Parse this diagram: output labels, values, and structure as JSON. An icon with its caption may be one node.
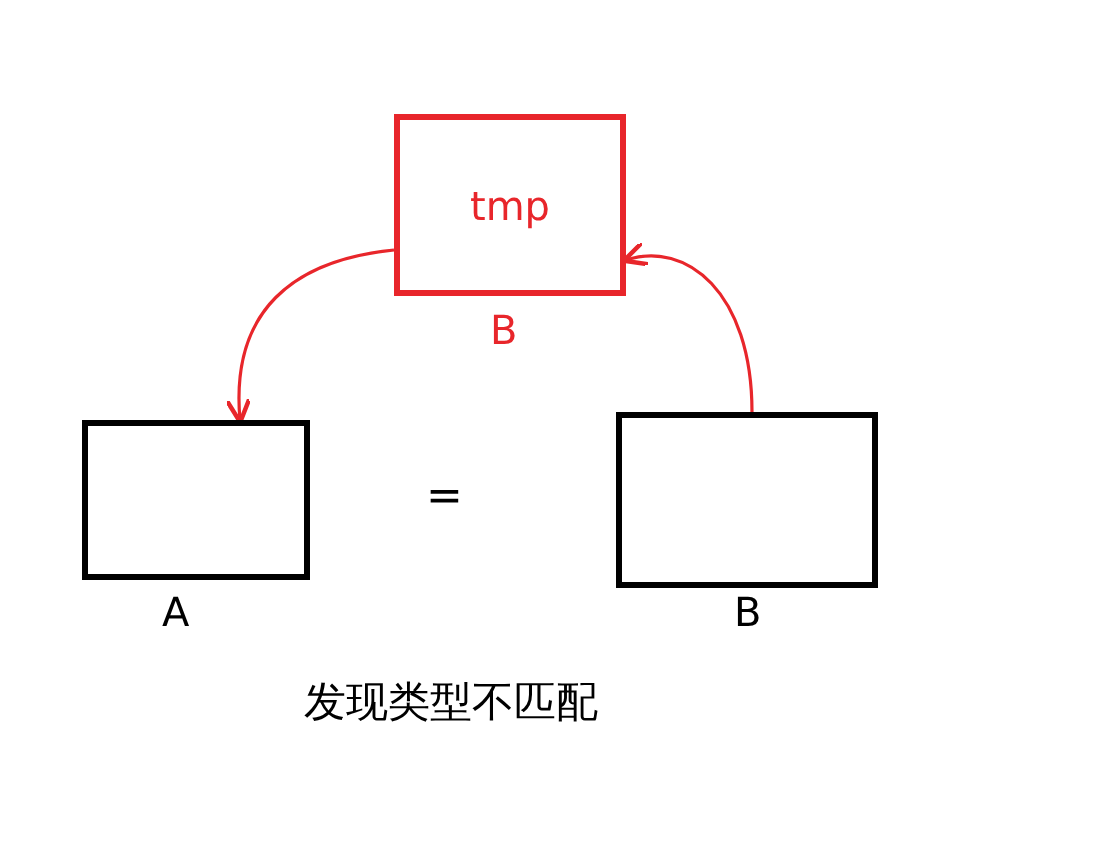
{
  "diagram": {
    "nodes": [
      {
        "text": [
          "tmp"
        ],
        "beside": [
          "B"
        ]
      },
      {
        "text": [],
        "shape": "box",
        "beside": [
          "A"
        ]
      },
      {
        "text": [],
        "shape": "box",
        "beside": [
          "B"
        ]
      }
    ],
    "edges": [
      {
        "from": 0,
        "to": 1,
        "arrow": "to"
      },
      {
        "from": 2,
        "to": 0,
        "arrow": "to"
      }
    ],
    "labels": [
      "=",
      "发现类型不匹配"
    ]
  }
}
